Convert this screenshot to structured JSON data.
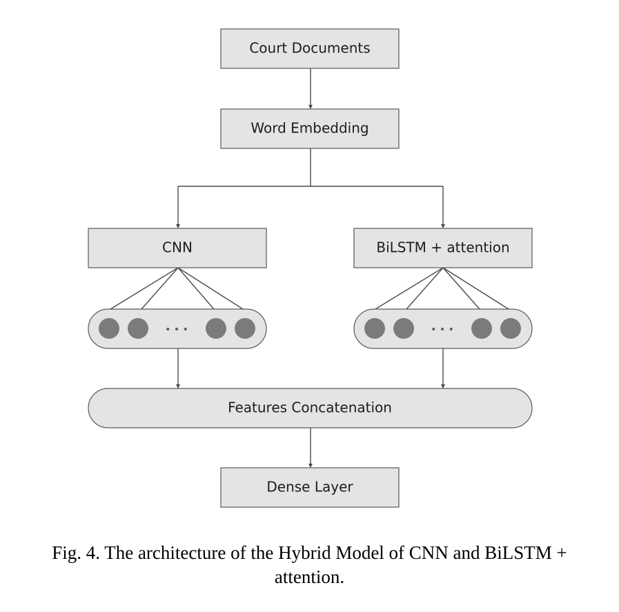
{
  "diagram": {
    "nodes": {
      "court_documents": "Court Documents",
      "word_embedding": "Word Embedding",
      "cnn": "CNN",
      "bilstm": "BiLSTM + attention",
      "features_concatenation": "Features Concatenation",
      "dense_layer": "Dense Layer"
    },
    "ellipsis": "• • •"
  },
  "caption": {
    "line1": "Fig. 4. The architecture of the Hybrid Model of CNN and BiLSTM +",
    "line2": "attention."
  },
  "colors": {
    "box_fill": "#e4e4e4",
    "box_stroke": "#585858",
    "node_fill": "#7b7b7b",
    "line": "#4a4a4a"
  }
}
